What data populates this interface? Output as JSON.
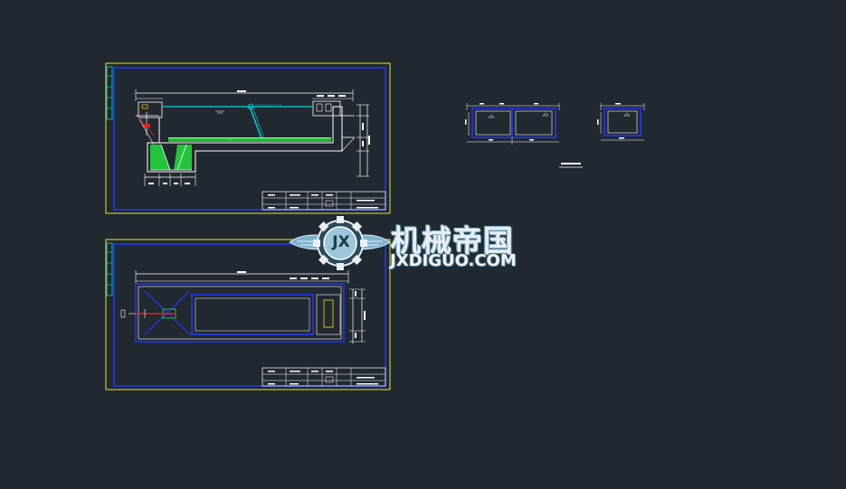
{
  "colors": {
    "background": "#212830",
    "frame": "#e6e61e",
    "border": "#1f35c8",
    "line": "#ffffff",
    "water": "#00d8e0",
    "fill": "#22c43a",
    "red": "#e02020",
    "logo": "#7fb2cc"
  },
  "watermark": {
    "cn": "机械帝国",
    "en": "JXDIGUO.COM",
    "badge": "JX",
    "icons": [
      "gear-icon",
      "wings-icon"
    ]
  }
}
